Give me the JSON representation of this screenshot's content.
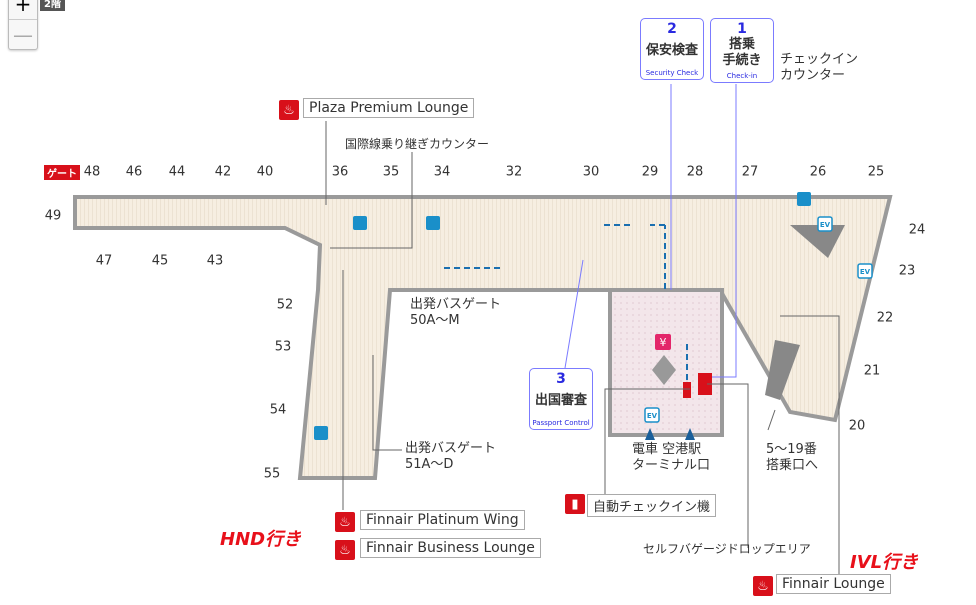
{
  "controls": {
    "zoom_in": "+",
    "zoom_out": "—",
    "floor": "2階"
  },
  "gate_tag": "ゲート",
  "gates": {
    "top": [
      "48",
      "46",
      "44",
      "42",
      "40",
      "36",
      "35",
      "34",
      "32",
      "30",
      "29",
      "28",
      "27",
      "26",
      "25"
    ],
    "bottom": [
      "47",
      "45",
      "43"
    ],
    "west": [
      "49"
    ],
    "east": [
      "24",
      "23",
      "22",
      "21",
      "20"
    ],
    "wing": [
      "52",
      "53",
      "54",
      "55"
    ]
  },
  "steps": [
    {
      "num": "2",
      "jp": "保安検査",
      "en": "Security Check"
    },
    {
      "num": "1",
      "jp": "搭乗\n手続き",
      "en": "Check-in"
    },
    {
      "num": "3",
      "jp": "出国審査",
      "en": "Passport Control"
    }
  ],
  "lounges": {
    "plaza": "Plaza Premium Lounge",
    "platinum": "Finnair Platinum Wing",
    "business": "Finnair Business Lounge",
    "finnair": "Finnair Lounge",
    "kiosk": "自動チェックイン機"
  },
  "notes": {
    "transfer": "国際線乗り継ぎカウンター",
    "checkin_counter": "チェックイン\nカウンター",
    "bus50": "出発バスゲート\n50A〜M",
    "bus51": "出発バスゲート\n51A〜D",
    "station": "電車 空港駅\nターミナル口",
    "gates5_19": "5〜19番\n搭乗口へ",
    "baggage": "セルフバゲージドロップエリア"
  },
  "annotations": {
    "hnd": "HND行き",
    "ivl": "IVL行き"
  },
  "colors": {
    "floor": "#f5ede0",
    "wall": "#9a9a9a",
    "accent": "#d8101a",
    "step": "#2a2ae0",
    "toilet": "#1a8fc9"
  }
}
